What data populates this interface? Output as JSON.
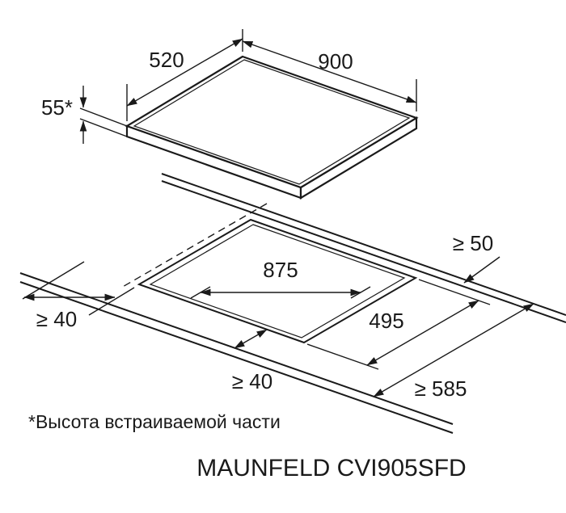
{
  "diagram": {
    "product": {
      "title": "MAUNFELD CVI905SFD"
    },
    "dimensions": {
      "hob_depth": "520",
      "hob_width": "900",
      "hob_height": "55*",
      "cutout_width": "875",
      "cutout_depth": "495",
      "clearance_back": "≥ 50",
      "clearance_side": "≥ 40",
      "clearance_front": "≥ 40",
      "worktop_min_depth": "≥ 585"
    },
    "footnote": "*Высота встраиваемой части",
    "colors": {
      "line": "#1a1a1a",
      "background": "#ffffff"
    }
  }
}
